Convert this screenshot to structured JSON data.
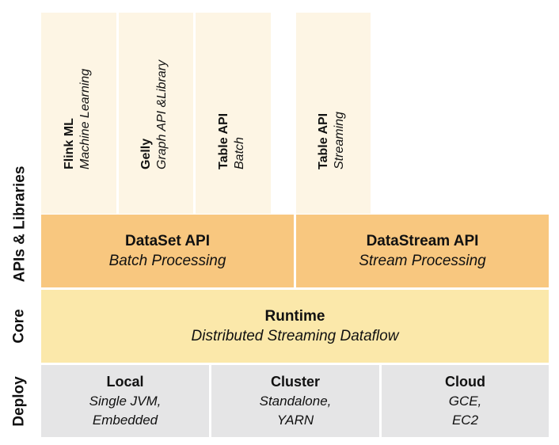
{
  "layers": {
    "apis_libraries": "APIs & Libraries",
    "core": "Core",
    "deploy": "Deploy"
  },
  "libraries": [
    {
      "title": "Flink ML",
      "subtitle": "Machine Learning"
    },
    {
      "title": "Gelly",
      "subtitle": "Graph API &Library"
    },
    {
      "title": "Table API",
      "subtitle": "Batch"
    },
    {
      "title": "Table API",
      "subtitle": "Streaming"
    }
  ],
  "apis": [
    {
      "title": "DataSet API",
      "subtitle": "Batch Processing"
    },
    {
      "title": "DataStream API",
      "subtitle": "Stream Processing"
    }
  ],
  "core": {
    "title": "Runtime",
    "subtitle": "Distributed Streaming Dataflow"
  },
  "deploy": [
    {
      "title": "Local",
      "line1": "Single JVM,",
      "line2": "Embedded"
    },
    {
      "title": "Cluster",
      "line1": "Standalone,",
      "line2": "YARN"
    },
    {
      "title": "Cloud",
      "line1": "GCE,",
      "line2": "EC2"
    }
  ],
  "colors": {
    "library_tile": "#fdf5e4",
    "api_block": "#f8c77f",
    "core_block": "#fbe8aa",
    "deploy_block": "#e5e5e6"
  }
}
